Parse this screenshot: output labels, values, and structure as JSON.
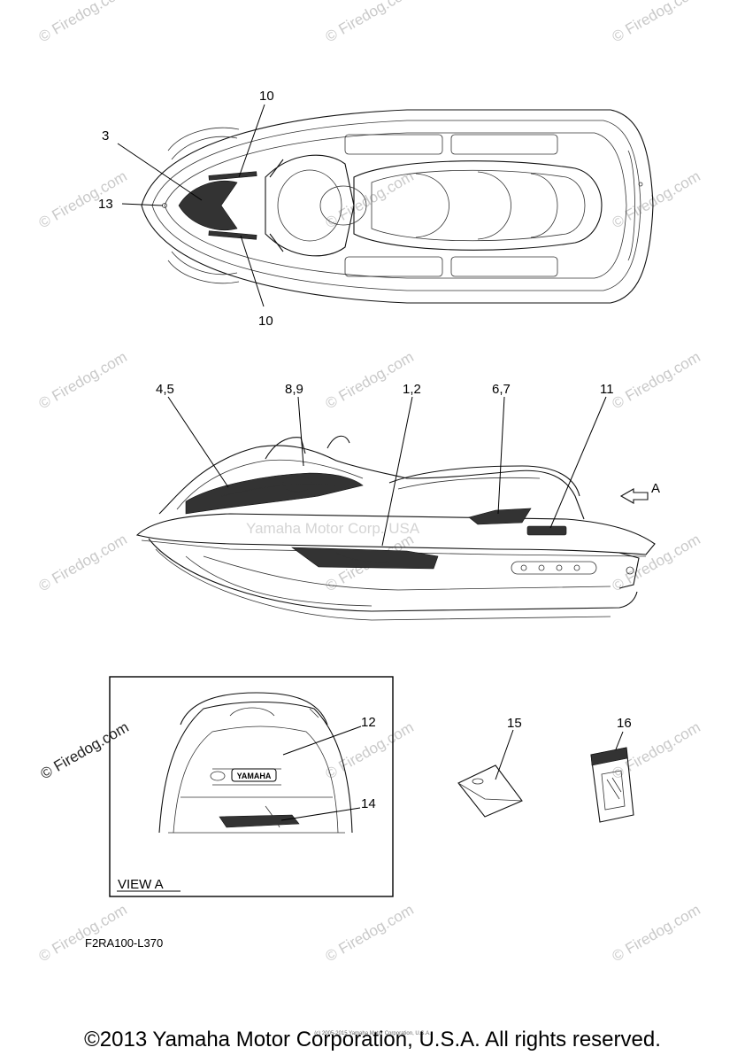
{
  "callouts": {
    "c10_top": "10",
    "c3": "3",
    "c13": "13",
    "c10_bottom": "10",
    "c4_5": "4,5",
    "c8_9": "8,9",
    "c1_2": "1,2",
    "c6_7": "6,7",
    "c11": "11",
    "cA": "A",
    "c12": "12",
    "c14": "14",
    "c15": "15",
    "c16": "16"
  },
  "view_label": "VIEW A",
  "part_code": "F2RA100-L370",
  "watermark": "© Firedog.com",
  "center_watermark": "Yamaha Motor Corp. USA",
  "badge_text": "YAMAHA",
  "small_print": "(c) 2005-2015 Yamaha Motor Corporation, U.S.A.",
  "copyright": "©2013 Yamaha Motor Corporation, U.S.A. All rights reserved."
}
